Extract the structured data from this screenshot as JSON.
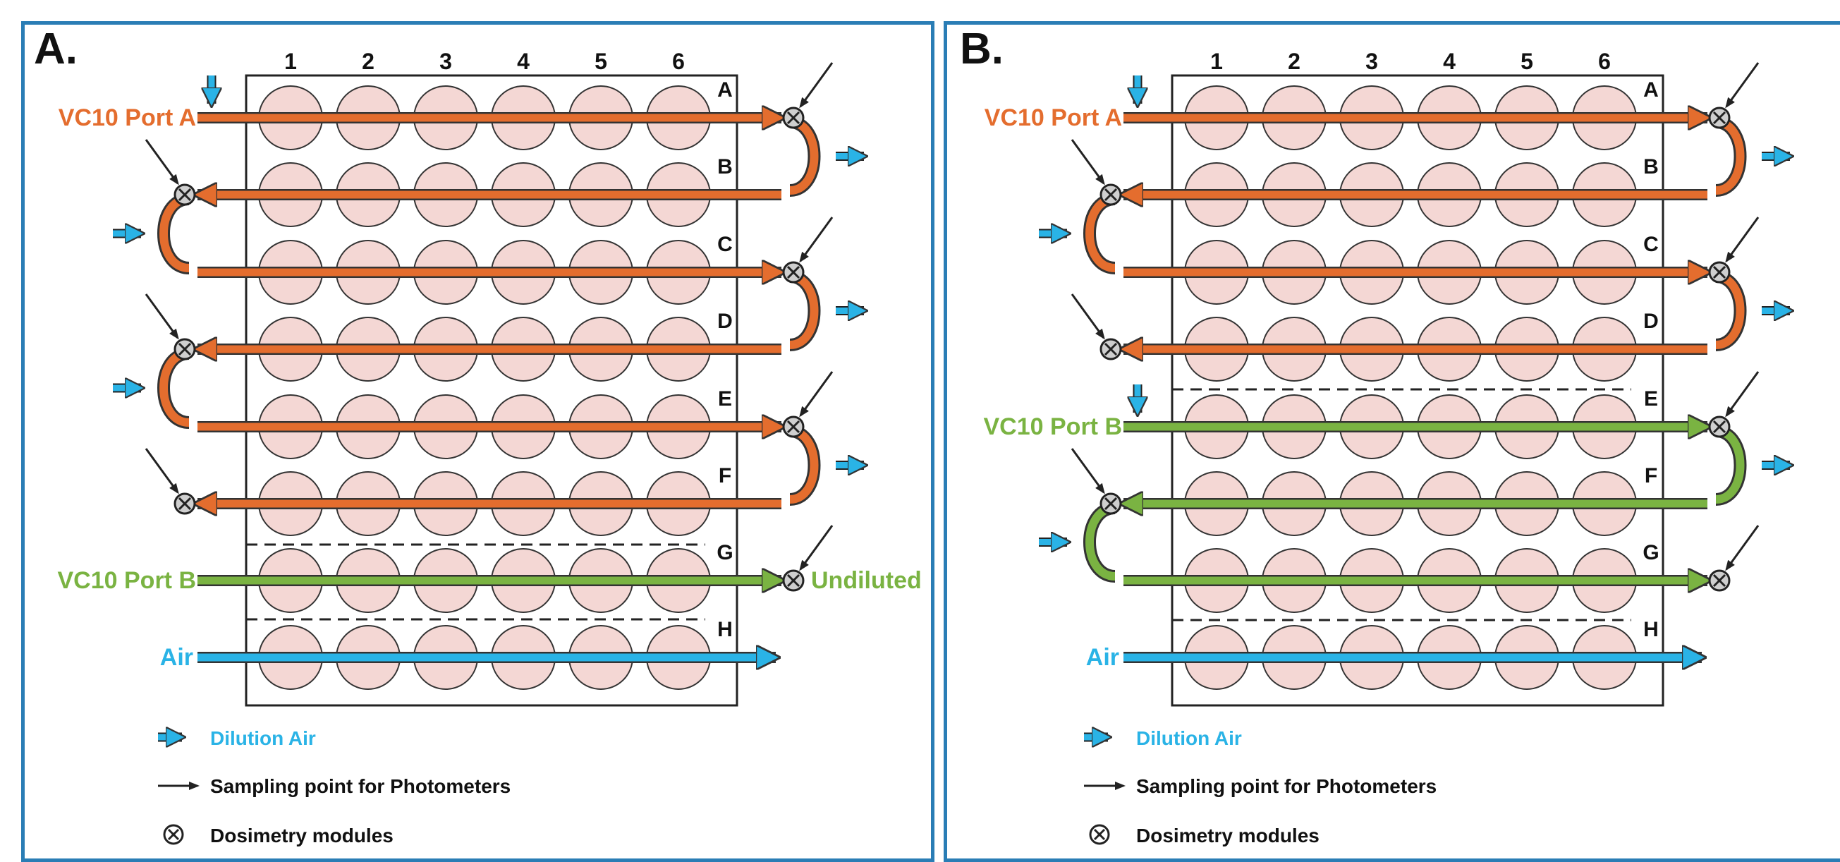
{
  "colors": {
    "orange": "#e46d2e",
    "green": "#7ab342",
    "blue": "#2ab3e6",
    "well_fill": "#f4d7d4",
    "border": "#2a7db5"
  },
  "columns": [
    "1",
    "2",
    "3",
    "4",
    "5",
    "6"
  ],
  "rows": [
    "A",
    "B",
    "C",
    "D",
    "E",
    "F",
    "G",
    "H"
  ],
  "legend": {
    "dilution_air": "Dilution Air",
    "sampling_point": "Sampling point for Photometers",
    "dosimetry": "Dosimetry modules"
  },
  "panels": [
    {
      "id": "a",
      "letter": "A.",
      "port_a_label": "VC10 Port A",
      "port_b_label": "VC10 Port B",
      "air_label": "Air",
      "undiluted_label": "Undiluted"
    },
    {
      "id": "b",
      "letter": "B.",
      "port_a_label": "VC10 Port A",
      "port_b_label": "VC10 Port B",
      "air_label": "Air"
    }
  ]
}
